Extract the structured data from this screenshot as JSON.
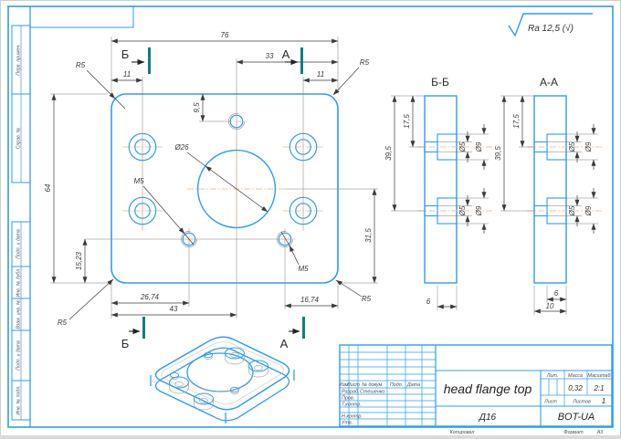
{
  "roughness_note": "Ra 12,5 (√)",
  "margin_columns": [
    "Перв. примен.",
    "Справ. №",
    "Подп. и дата",
    "Инв. № дубл.",
    "Взам. инв. №",
    "Подп. и дата",
    "Инв. № подл."
  ],
  "main_view": {
    "dim_width": "76",
    "dim_height": "64",
    "dim_33": "33",
    "dim_11_left": "11",
    "dim_11_right": "11",
    "dim_9_5": "9,5",
    "dim_15_23": "15,23",
    "dim_26_74": "26,74",
    "dim_43": "43",
    "dim_16_74": "16,74",
    "dim_31_5": "31,5",
    "dim_center_hole": "Ø26",
    "thread_label": "M5",
    "corner_radius": "R5",
    "cut_b": "Б",
    "cut_a": "А"
  },
  "sections": {
    "b_title": "Б-Б",
    "a_title": "А-А",
    "dim_39_5": "39,5",
    "dim_17_5": "17,5",
    "dim_d5": "Ø5",
    "dim_d9": "Ø9",
    "dim_6": "6",
    "dim_10": "10"
  },
  "title_block": {
    "columns": {
      "izm": "Изм.",
      "list": "Лист",
      "doc": "№ докум.",
      "sign": "Подп.",
      "date": "Дата"
    },
    "rows": {
      "developer_label": "Разраб.",
      "developer_name": "Стешенко",
      "checker_label": "Пров.",
      "tcontrol_label": "Т.контр.",
      "ncontrol_label": "Н.контр.",
      "approver_label": "Утв."
    },
    "part_name": "head flange top",
    "material": "Д16",
    "org_code": "BOT-UA",
    "lit_label": "Лит.",
    "mass_label": "Масса",
    "scale_label": "Масштаб",
    "mass_value": "0,32",
    "scale_value": "2:1",
    "sheet_label": "Лист",
    "sheets_label": "Листов",
    "sheets_value": "1"
  },
  "footer": {
    "copied": "Копировал",
    "format_label": "Формат",
    "format_value": "А3"
  }
}
